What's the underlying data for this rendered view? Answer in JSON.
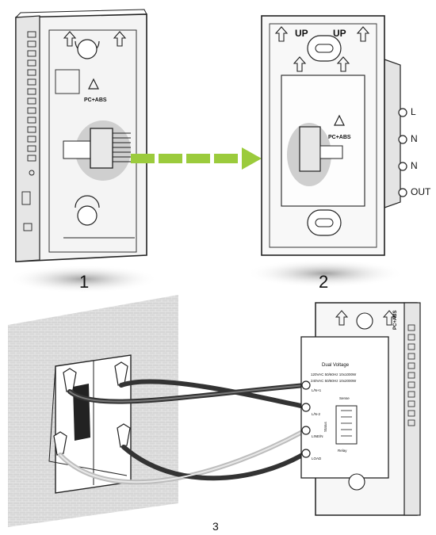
{
  "steps": {
    "step1": "1",
    "step2": "2",
    "step3": "3"
  },
  "plate_front": {
    "up_left": "UP",
    "up_right": "UP",
    "material": "PC+ABS"
  },
  "plate_back": {
    "material": "PC+ABS"
  },
  "terminals": {
    "l": "L",
    "n1": "N",
    "n2": "N",
    "out": "OUT"
  },
  "module": {
    "label_top": "Dual Voltage",
    "spec_1": "120VAC 50/60Hz 10x1000W",
    "spec_2": "240VAC 50/60Hz 10x2000W",
    "pin_1": "L/N+1",
    "pin_2": "L/N-2",
    "pin_3": "LINE/N",
    "pin_4": "LOAD",
    "side_1": "Sense",
    "side_2": "Relay",
    "side_3": "Status"
  },
  "colors": {
    "arrow": "#9bcb3c",
    "line": "#222222",
    "wall": "#cfcfcf"
  }
}
